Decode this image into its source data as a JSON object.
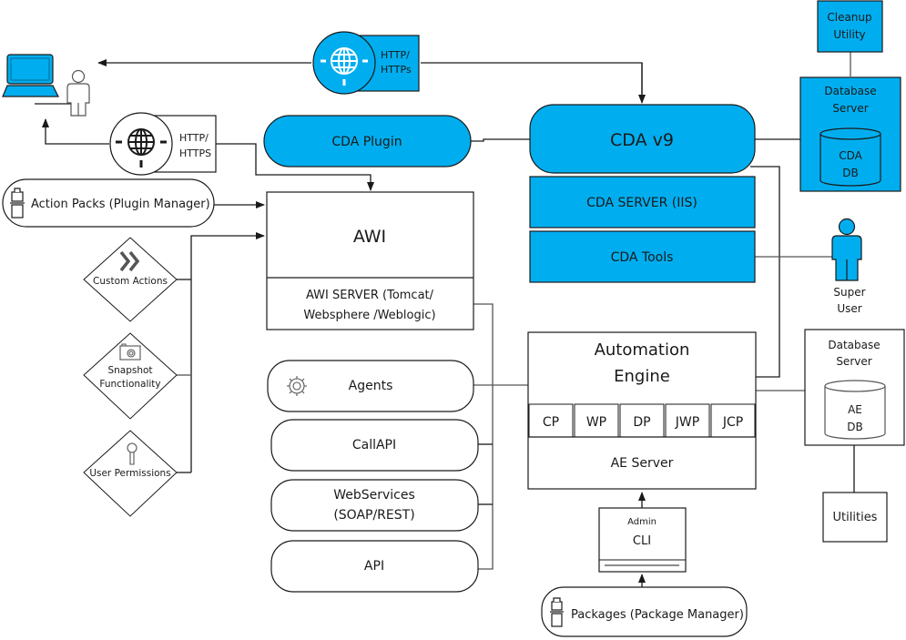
{
  "colors": {
    "accent_blue": "#00AEEF",
    "stroke": "#1a1a1a",
    "connector_gray": "#808080",
    "white": "#ffffff"
  },
  "client": {
    "laptop_icon": "laptop-icon",
    "user_icon": "user-icon"
  },
  "protocols": {
    "top": {
      "line1": "HTTP/",
      "line2": "HTTPs",
      "icon": "globe-icon"
    },
    "left": {
      "line1": "HTTP/",
      "line2": "HTTPS",
      "icon": "globe-icon"
    }
  },
  "cda": {
    "plugin": "CDA Plugin",
    "main": "CDA v9",
    "server": "CDA SERVER (IIS)",
    "tools": "CDA Tools",
    "cleanup": {
      "line1": "Cleanup",
      "line2": "Utility"
    },
    "db_server": {
      "line1": "Database",
      "line2": "Server"
    },
    "db": {
      "line1": "CDA",
      "line2": "DB"
    }
  },
  "super_user": {
    "line1": "Super",
    "line2": "User",
    "icon": "user-icon"
  },
  "awi": {
    "title": "AWI",
    "server_line1": "AWI SERVER (Tomcat/",
    "server_line2": "Websphere /Weblogic)"
  },
  "left_items": {
    "action_packs": "Action Packs (Plugin Manager)",
    "custom_actions": "Custom Actions",
    "snapshot": {
      "line1": "Snapshot",
      "line2": "Functionality"
    },
    "user_permissions": "User Permissions"
  },
  "interfaces": {
    "agents": "Agents",
    "callapi": "CallAPI",
    "webservices": {
      "line1": "WebServices",
      "line2": "(SOAP/REST)"
    },
    "api": "API"
  },
  "engine": {
    "title_line1": "Automation",
    "title_line2": "Engine",
    "processes": [
      "CP",
      "WP",
      "DP",
      "JWP",
      "JCP"
    ],
    "server": "AE Server"
  },
  "ae_db": {
    "server_line1": "Database",
    "server_line2": "Server",
    "db_line1": "AE",
    "db_line2": "DB",
    "utilities": "Utilities"
  },
  "admin_cli": {
    "line1": "Admin",
    "line2": "CLI"
  },
  "packages": "Packages (Package Manager)"
}
